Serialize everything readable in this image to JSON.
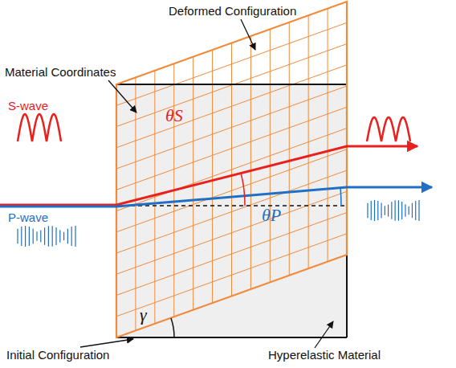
{
  "diagram": {
    "labels": [
      "Deformed Configuration",
      "Material Coordinates",
      "S-wave",
      "P-wave",
      "θS",
      "θP",
      "γ",
      "Initial Configuration",
      "Hyperelastic Material"
    ]
  }
}
